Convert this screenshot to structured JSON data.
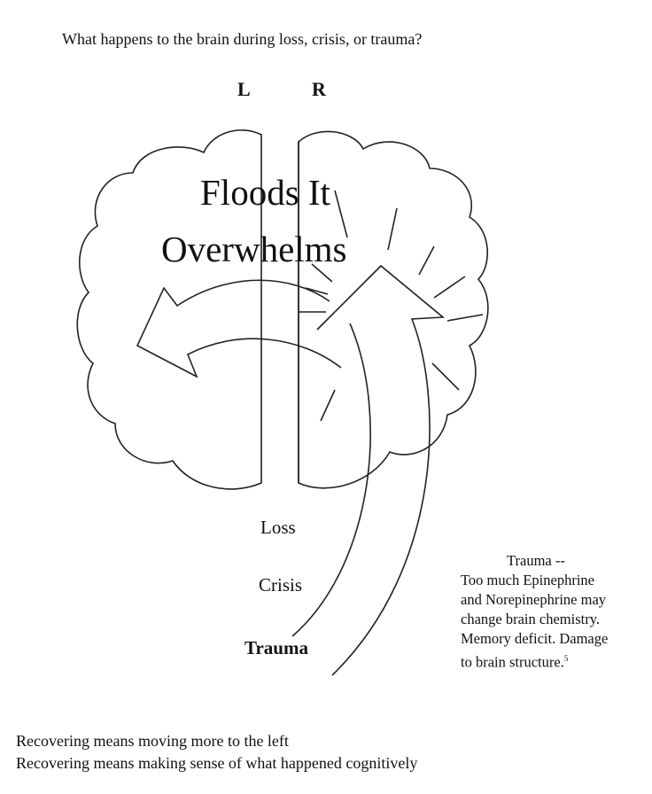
{
  "title": "What happens to the brain during loss, crisis, or trauma?",
  "hemispheres": {
    "left": "L",
    "right": "R"
  },
  "brain_text": {
    "line1": "Floods It",
    "line2": "Overwhelms"
  },
  "stressors": [
    "Loss",
    "Crisis",
    "Trauma"
  ],
  "note": {
    "heading": "Trauma --",
    "lines": [
      "Too much Epinephrine",
      "and Norepinephrine may",
      "change brain chemistry.",
      "Memory deficit. Damage",
      "to brain structure."
    ],
    "footnote": "5"
  },
  "footer": [
    "Recovering means moving more to the left",
    "Recovering means making sense of what happened cognitively"
  ]
}
